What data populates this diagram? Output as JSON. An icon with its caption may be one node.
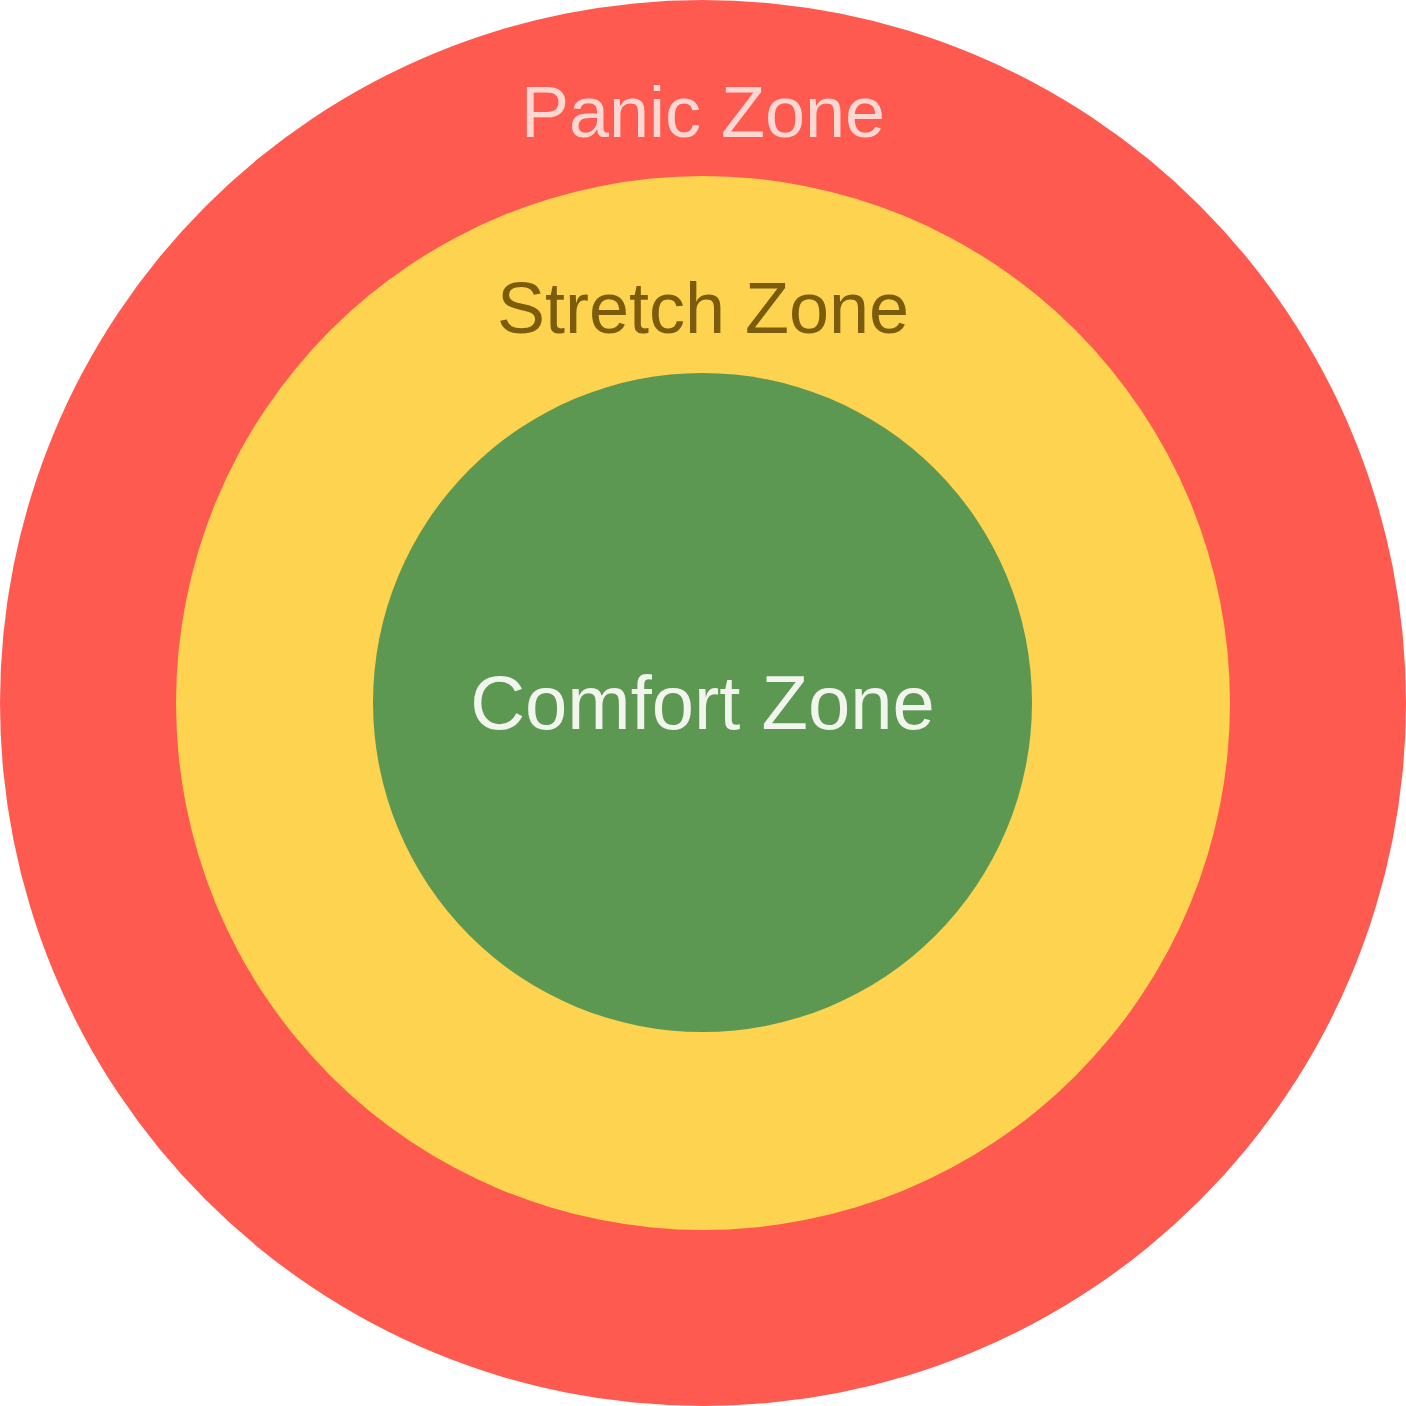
{
  "diagram": {
    "nodes": [
      {
        "text": [
          "Panic Zone"
        ]
      },
      {
        "text": [
          "Stretch Zone"
        ],
        "in": 0
      },
      {
        "text": [
          "Comfort Zone"
        ],
        "in": 1
      }
    ]
  }
}
